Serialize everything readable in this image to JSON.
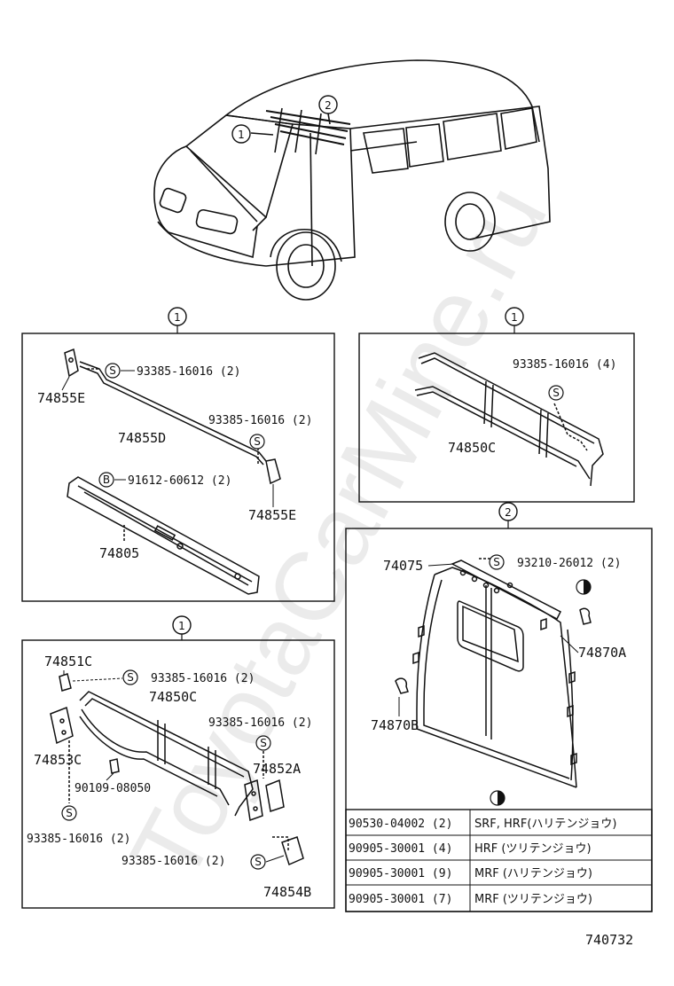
{
  "watermark": "ToyotaCarMine.ru",
  "drawing_number": "740732",
  "callout_markers": {
    "one": "1",
    "two": "2"
  },
  "bolt_symbols": {
    "s": "S",
    "b": "B"
  },
  "panel_top_left": {
    "parts": [
      "74855E",
      "74855D",
      "74855E",
      "74805"
    ],
    "refs": [
      "93385-16016 (2)",
      "93385-16016 (2)",
      "91612-60612 (2)"
    ]
  },
  "panel_top_right": {
    "parts": [
      "74850C"
    ],
    "refs": [
      "93385-16016 (4)"
    ]
  },
  "panel_bottom_left": {
    "parts": [
      "74851C",
      "74850C",
      "74853C",
      "74852A",
      "74854B"
    ],
    "refs": [
      "93385-16016 (2)",
      "93385-16016 (2)",
      "90109-08050",
      "93385-16016 (2)",
      "93385-16016 (2)"
    ]
  },
  "panel_bottom_right": {
    "parts": [
      "74075",
      "74870A",
      "74870B"
    ],
    "refs": [
      "93210-26012 (2)"
    ]
  },
  "table": {
    "rows": [
      {
        "code": "90530-04002 (2)",
        "desc": "SRF, HRF(ハリテンジョウ)"
      },
      {
        "code": "90905-30001 (4)",
        "desc": "HRF (ツリテンジョウ)"
      },
      {
        "code": "90905-30001 (9)",
        "desc": "MRF (ハリテンジョウ)"
      },
      {
        "code": "90905-30001 (7)",
        "desc": "MRF (ツリテンジョウ)"
      }
    ]
  }
}
